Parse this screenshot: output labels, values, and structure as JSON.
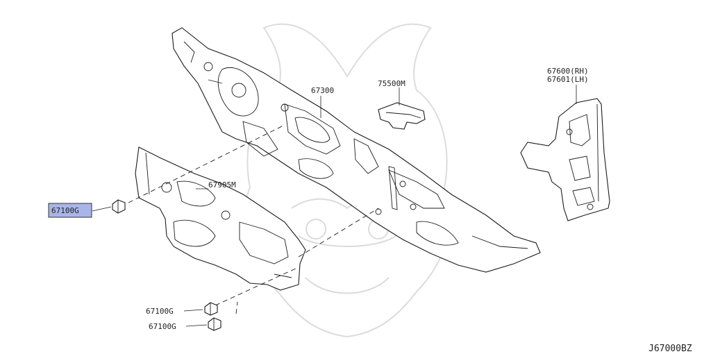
{
  "parts": {
    "dash_panel": "67300",
    "bracket": "75500M",
    "side_panel_rh": "67600(RH)",
    "side_panel_lh": "67601(LH)",
    "insulator": "67905M",
    "clip_highlighted": "67100G",
    "clip_lower_1": "67100G",
    "clip_lower_2": "67100G"
  },
  "highlight_color": "#a9b4e8",
  "diagram_code": "J67000BZ"
}
